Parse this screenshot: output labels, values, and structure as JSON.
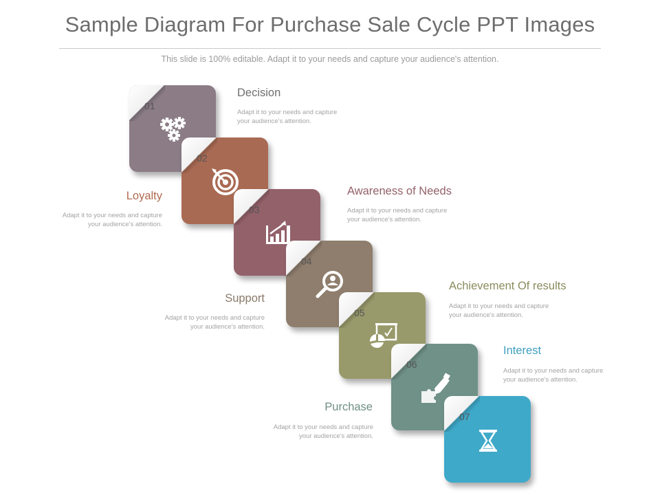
{
  "title": "Sample Diagram For Purchase Sale Cycle PPT Images",
  "subtitle": "This slide is 100% editable. Adapt it to your needs and capture your audience's attention.",
  "steps": [
    {
      "number": "01",
      "label": "Decision",
      "desc_line1": "Adapt it to your needs and capture",
      "desc_line2": "your audience's attention.",
      "color": "#8b7c86",
      "label_color": "#6f6f6f",
      "icon": "gears-icon"
    },
    {
      "number": "02",
      "label": "Loyalty",
      "desc_line1": "Adapt it to your needs and capture",
      "desc_line2": "your audience's attention.",
      "color": "#a96a53",
      "label_color": "#b06a50",
      "icon": "target-icon"
    },
    {
      "number": "03",
      "label": "Awareness of Needs",
      "desc_line1": "Adapt it to your needs and capture",
      "desc_line2": "your audience's attention.",
      "color": "#93616a",
      "label_color": "#93616a",
      "icon": "growth-chart-icon"
    },
    {
      "number": "04",
      "label": "Support",
      "desc_line1": "Adapt it to your needs and capture",
      "desc_line2": "your audience's attention.",
      "color": "#8f7e6d",
      "label_color": "#8a7a69",
      "icon": "search-person-icon"
    },
    {
      "number": "05",
      "label": "Achievement Of results",
      "desc_line1": "Adapt it to your needs and capture",
      "desc_line2": "your audience's attention.",
      "color": "#999a6b",
      "label_color": "#8b8c5e",
      "icon": "presentation-icon"
    },
    {
      "number": "06",
      "label": "Interest",
      "desc_line1": "Adapt it to your needs and capture",
      "desc_line2": "your audience's attention.",
      "color": "#6f9187",
      "label_color": "#3f9fc0",
      "icon": "puzzle-hand-icon"
    },
    {
      "number": "07",
      "label": "Purchase",
      "desc_line1": "Adapt it to your needs and capture",
      "desc_line2": "your audience's attention.",
      "color": "#3fa9c9",
      "label_color": "#6f8f86",
      "icon": "hourglass-icon"
    }
  ]
}
